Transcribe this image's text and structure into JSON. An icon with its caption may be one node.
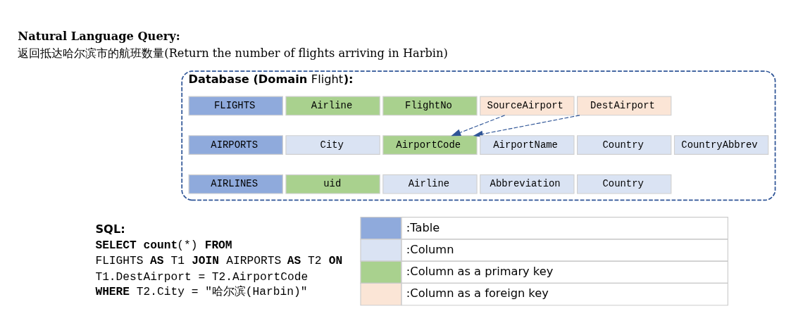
{
  "diagram": {
    "nodes": [
      {
        "text": [
          "**Database (Domain** Flight**):**"
        ]
      },
      {
        "text": [
          "FLIGHTS"
        ],
        "in": 0
      },
      {
        "text": [
          "Airline"
        ],
        "in": 0
      },
      {
        "text": [
          "FlightNo"
        ],
        "in": 0
      },
      {
        "text": [
          "SourceAirport"
        ],
        "in": 0
      },
      {
        "text": [
          "DestAirport"
        ],
        "in": 0
      },
      {
        "text": [
          "AIRPORTS"
        ],
        "in": 0
      },
      {
        "text": [
          "City"
        ],
        "in": 0
      },
      {
        "text": [
          "AirportCode"
        ],
        "in": 0
      },
      {
        "text": [
          "AirportName"
        ],
        "in": 0
      },
      {
        "text": [
          "Country"
        ],
        "in": 0
      },
      {
        "text": [
          "CountryAbbrev"
        ],
        "in": 0
      },
      {
        "text": [
          "AIRLINES"
        ],
        "in": 0
      },
      {
        "text": [
          "uid"
        ],
        "in": 0
      },
      {
        "text": [
          "Airline"
        ],
        "in": 0
      },
      {
        "text": [
          "Abbreviation"
        ],
        "in": 0
      },
      {
        "text": [
          "Country"
        ],
        "in": 0
      }
    ],
    "edges": [
      {
        "from": 4,
        "to": 8,
        "arrow": "to",
        "style": "dashed"
      },
      {
        "from": 5,
        "to": 8,
        "arrow": "to",
        "style": "dashed"
      }
    ],
    "labels": [
      "Natural Language Query:",
      "返回抵达哈尔滨市的航班数量(Return the number of flights arriving in Harbin)",
      "SQL:",
      "**SELECT count**(*) **FROM**",
      "FLIGHTS **AS** T1 **JOIN** AIRPORTS **AS** T2 **ON**",
      "T1.DestAirport = T2.AirportCode",
      "**WHERE** T2.City = \"哈尔滨(Harbin)\""
    ],
    "legend": [
      {
        "text": ":Table",
        "color": "#8faadc"
      },
      {
        "text": ":Column",
        "color": "#dae3f3"
      },
      {
        "text": ":Column as a primary key",
        "color": "#a9d18e"
      },
      {
        "text": ":Column as a foreign key",
        "color": "#fbe5d6"
      }
    ]
  }
}
